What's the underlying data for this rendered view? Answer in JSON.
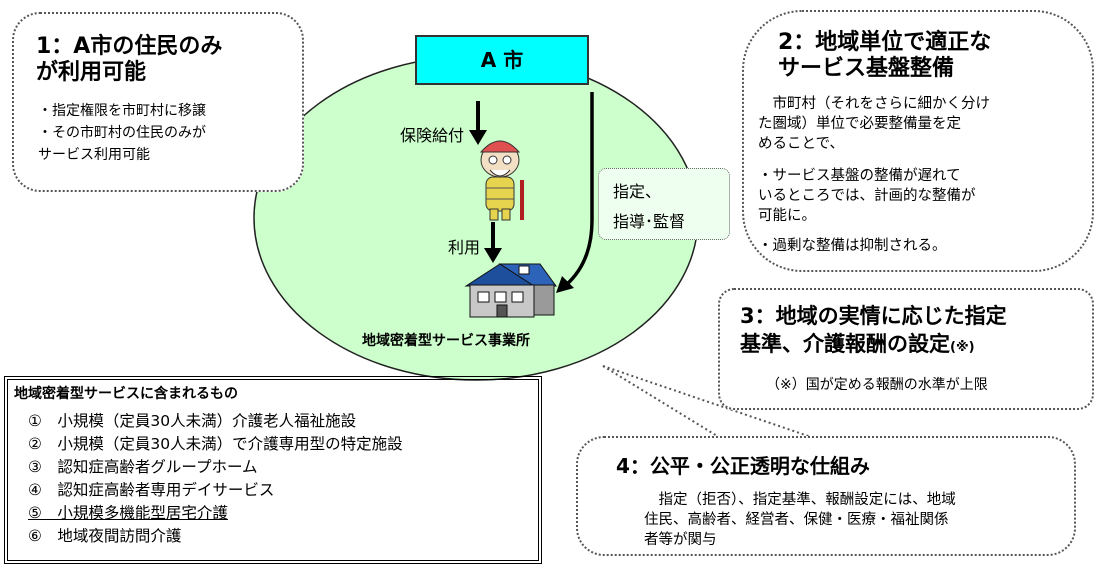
{
  "box1": {
    "title_line1": "1：A市の住民のみ",
    "title_line2": "が利用可能",
    "lines": [
      "・指定権限を市町村に移譲",
      "・その市町村の住民のみが",
      "サービス利用可能"
    ]
  },
  "city": {
    "label": "A 市"
  },
  "flow": {
    "insurance_label": "保険給付",
    "use_label": "利用",
    "designation_label": "指定、",
    "guidance_label": "指導･監督",
    "facility_label": "地域密着型サービス事業所"
  },
  "box2": {
    "title_line1": "2：地域単位で適正な",
    "title_line2": "サービス基盤整備",
    "para": [
      "　市町村（それをさらに細かく分け",
      "た圏域）単位で必要整備量を定",
      "めることで、"
    ],
    "bullet1": [
      "・サービス基盤の整備が遅れて",
      "いるところでは、計画的な整備が",
      "可能に。"
    ],
    "bullet2": "・過剰な整備は抑制される。"
  },
  "box3": {
    "title_line1": "3：地域の実情に応じた指定",
    "title_line2": "基準、介護報酬の設定",
    "title_mark": "(※)",
    "note": "（※）国が定める報酬の水準が上限"
  },
  "box4": {
    "title": "4：公平・公正透明な仕組み",
    "lines": [
      "　指定（拒否）、指定基準、報酬設定には、地域",
      "住民、高齢者、経営者、保健・医療・福祉関係",
      "者等が関与"
    ]
  },
  "services": {
    "heading": "地域密着型サービスに含まれるもの",
    "items": [
      "①　小規模（定員30人未満）介護老人福祉施設",
      "②　小規模（定員30人未満）で介護専用型の特定施設",
      "③　認知症高齢者グループホーム",
      "④　認知症高齢者専用デイサービス",
      "⑤　小規模多機能型居宅介護",
      "⑥　地域夜間訪問介護"
    ]
  },
  "colors": {
    "ellipse": "#ccffcc",
    "city_box": "#00ffff",
    "guidance_box": "#efffef"
  },
  "icons": [
    "elderly-person-icon",
    "house-icon",
    "arrow-down-icon",
    "curved-arrow-icon"
  ]
}
